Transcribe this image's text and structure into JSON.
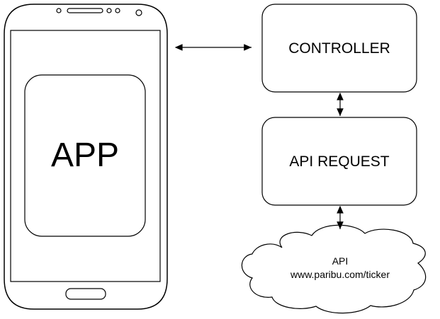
{
  "phone": {
    "app_label": "APP"
  },
  "controller": {
    "label": "CONTROLLER"
  },
  "api_request": {
    "label": "API REQUEST"
  },
  "api_cloud": {
    "title": "API",
    "url": "www.paribu.com/ticker"
  },
  "colors": {
    "stroke": "#000000",
    "fill": "#ffffff"
  }
}
